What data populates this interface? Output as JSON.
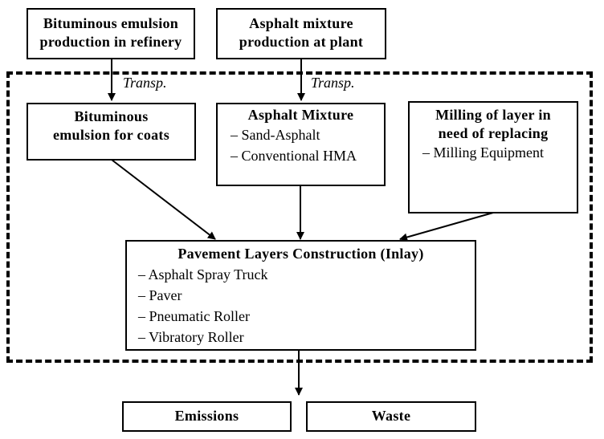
{
  "diagram": {
    "sources": [
      {
        "id": "src-emulsion",
        "lines": [
          "Bituminous emulsion",
          "production  in refinery"
        ]
      },
      {
        "id": "src-asphalt",
        "lines": [
          "Asphalt mixture",
          "production  at plant"
        ]
      }
    ],
    "transport_label": "Transp.",
    "inputs": [
      {
        "id": "emulsion-coats",
        "title_lines": [
          "Bituminous",
          "emulsion for coats"
        ],
        "items": []
      },
      {
        "id": "asphalt-mixture",
        "title_lines": [
          "Asphalt Mixture"
        ],
        "items": [
          "– Sand-Asphalt",
          "– Conventional HMA"
        ]
      },
      {
        "id": "milling",
        "title_lines": [
          "Milling of layer in",
          "need of replacing"
        ],
        "items": [
          "– Milling Equipment"
        ]
      }
    ],
    "construction": {
      "title": "Pavement  Layers Construction (Inlay)",
      "items": [
        "– Asphalt Spray Truck",
        "– Paver",
        "– Pneumatic  Roller",
        "– Vibratory  Roller"
      ]
    },
    "outputs": [
      {
        "id": "emissions",
        "label": "Emissions"
      },
      {
        "id": "waste",
        "label": "Waste"
      }
    ]
  }
}
